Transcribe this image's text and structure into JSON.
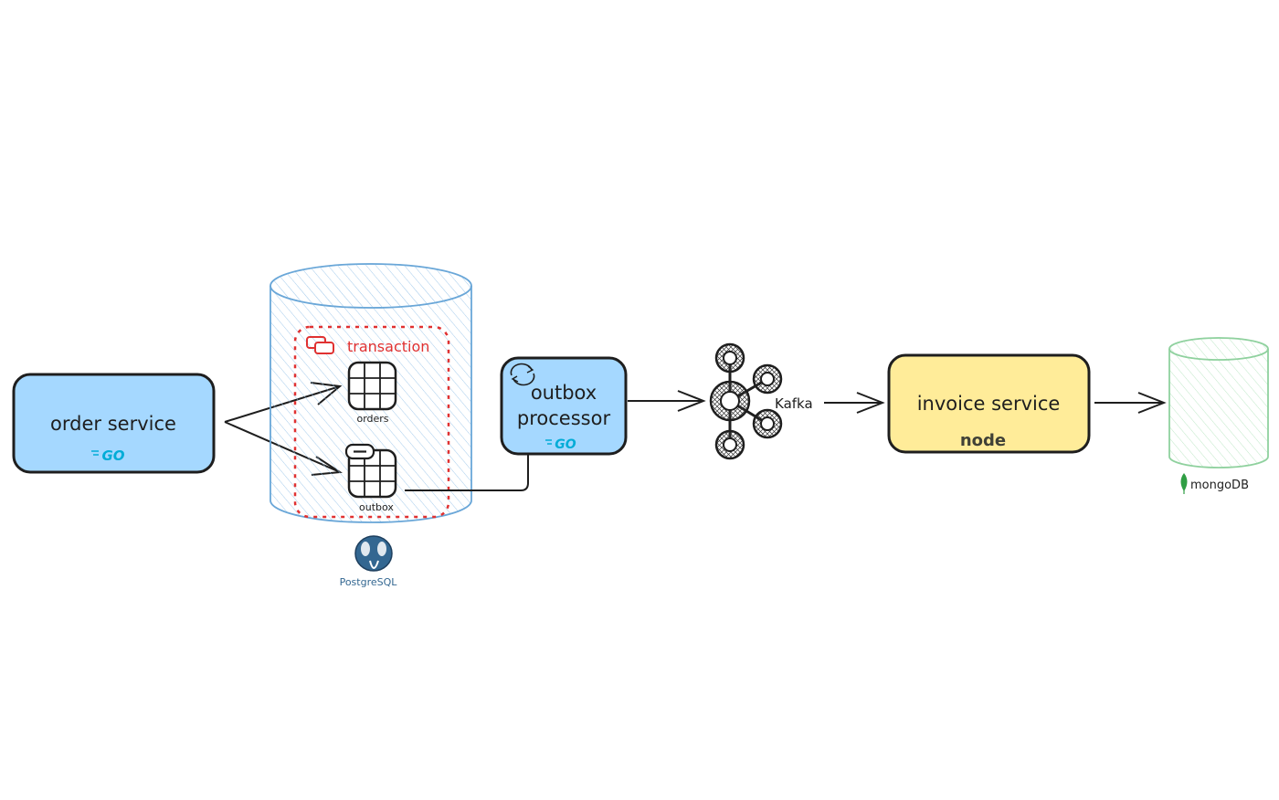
{
  "nodes": {
    "order_service": {
      "label": "order service",
      "tech": "GO",
      "color": "#a5d8ff"
    },
    "transaction": {
      "label": "transaction",
      "color": "#e03131"
    },
    "orders_table": {
      "label": "orders"
    },
    "outbox_table": {
      "label": "outbox"
    },
    "postgres": {
      "label": "PostgreSQL",
      "color": "#336791"
    },
    "outbox_processor": {
      "label_line1": "outbox",
      "label_line2": "processor",
      "tech": "GO",
      "color": "#a5d8ff"
    },
    "kafka": {
      "label": "Kafka"
    },
    "invoice_service": {
      "label": "invoice service",
      "tech": "node",
      "color": "#ffec99"
    },
    "mongodb": {
      "label": "mongoDB",
      "color": "#2f9e44"
    }
  },
  "colors": {
    "go": "#00acd7",
    "node_green": "#539e43",
    "node_dark": "#404137",
    "stroke": "#1e1e1e",
    "db_blue": "#6aa7d8",
    "db_green": "#8fd19e"
  }
}
